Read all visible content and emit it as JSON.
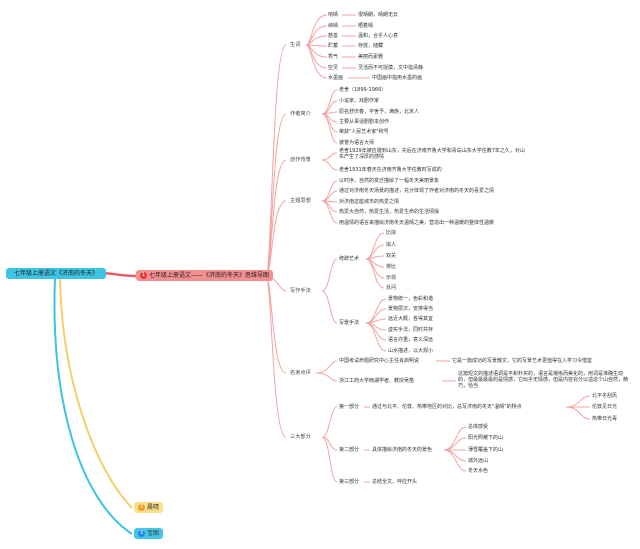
{
  "root": {
    "label": "七年级上册语文《济南的冬天》"
  },
  "main": {
    "num": "1",
    "label": "七年级上册语文——《济南的冬天》思维导图"
  },
  "branch2": {
    "num": "2",
    "label": "晨晴"
  },
  "branch3": {
    "num": "3",
    "label": "宝图"
  },
  "cats": {
    "vocab": "生词",
    "author": "作者简介",
    "background": "创作背景",
    "theme": "主题思想",
    "technique": "写作手法",
    "comments": "名家点评",
    "structure": "三大部分"
  },
  "vocab": [
    {
      "word": "响晴",
      "def": "很晴朗，晴朗无云"
    },
    {
      "word": "纳晴",
      "def": "晒着晴"
    },
    {
      "word": "慈善",
      "def": "温和，合乎人心意"
    },
    {
      "word": "贮蓄",
      "def": "存放，储藏"
    },
    {
      "word": "秀气",
      "def": "美丽而素雅"
    },
    {
      "word": "空灵",
      "def": "灵活而不可捉摸，文中指清静"
    },
    {
      "word": "水墨画",
      "def": "中国画中指用水墨的画"
    }
  ],
  "author": [
    "老舍（1899-1966）",
    "小说家，戏剧作家",
    "原名舒庆春，字舍予，满族，北京人",
    "主要从事话剧剧本创作",
    "荣获\"人民艺术家\"称号",
    "被誉为语言大师"
  ],
  "background": [
    "老舍1929年被应邀到山东，先后在济南齐鲁大学和青岛山东大学任教7年之久，对山东产生了深厚的感情",
    "老舍1931年春天在济南齐鲁大学任教时写成的"
  ],
  "theme": [
    "以时序、自然的变迁描绘了一幅冬天美丽景象",
    "通过对济南冬天场景的描述，充分体现了作者对济南的冬天的喜爱之情",
    "对济南这座城市的热爱之情",
    "热爱大自然，热爱生活，热爱生命的生活情操",
    "用温情的语言来描绘济南冬天温晴之美，营造出一种温暖的整体性温暖"
  ],
  "rhetoric": {
    "label": "修辞艺术",
    "items": [
      "比拟",
      "拟人",
      "双关",
      "排比",
      "示现",
      "反问"
    ]
  },
  "writing": {
    "label": "写景手法",
    "items": [
      "景物统一，色彩和谐",
      "景物层次，安排得当",
      "远近大概，各得其宜",
      "虚实手法，同时共存",
      "语言亦重，意义深远",
      "山水描述，以大观小"
    ]
  },
  "comments": [
    {
      "source": "中国考试命题研究中心主任肖启明说",
      "text": "它是一篇成功的写景散文，它的写景艺术更值得在入学习令借鉴"
    },
    {
      "source": "浙江工商大学西湖学者、教授吴笛",
      "text": "这篇短文的描述语调是平和朴实的，语言是凝练而美化的，用词是准确生动的，但最最最最的是情感，它似乎无情感，但是内容充分以溢这个山自然，精巧，恰当"
    }
  ],
  "structure": [
    {
      "label": "第一部分",
      "summary": "通过与北平、伦敦、热带地区的对比，总写济南的冬天\"温晴\"的特点",
      "items": [
        "北平冬刮风",
        "伦敦见日光",
        "热带日光毒"
      ]
    },
    {
      "label": "第二部分",
      "summary": "具体描绘济南的冬天的景色",
      "items": [
        "总体感受",
        "阳光照耀下的山",
        "薄雪覆盖下的山",
        "城外远山",
        "冬天水色"
      ]
    },
    {
      "label": "第三部分",
      "summary": "总结全文，呼应开头",
      "items": []
    }
  ]
}
